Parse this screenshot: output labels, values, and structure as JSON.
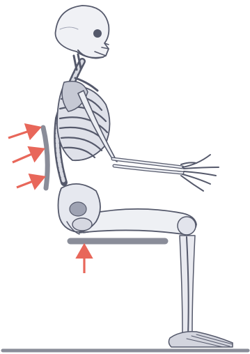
{
  "colors": {
    "bone_fill": "#f2f3f7",
    "bone_shade": "#9fa3b3",
    "bone_outline": "#55596b",
    "support": "#8a8d99",
    "floor": "#8a8d99",
    "arrow": "#e8675a",
    "background": "#ffffff"
  },
  "elements": {
    "skeleton": "seated-skeleton",
    "backrest": "backrest-support",
    "seat": "seat-support",
    "floor": "floor-line",
    "arrows": [
      "back-arrow-upper",
      "back-arrow-middle",
      "back-arrow-lower",
      "seat-arrow"
    ]
  }
}
